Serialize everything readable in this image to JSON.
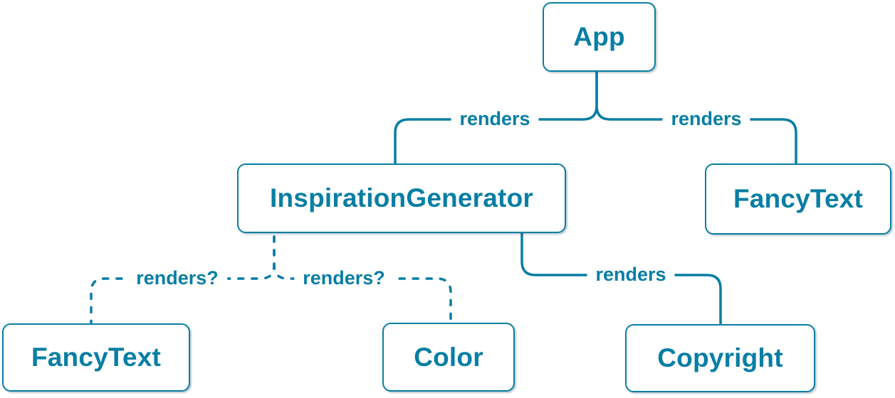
{
  "diagram": {
    "type": "component-render-tree",
    "colors": {
      "accent": "#087EA4",
      "node_background": "#FFFFFF"
    },
    "nodes": {
      "app": {
        "label": "App"
      },
      "inspiration_generator": {
        "label": "InspirationGenerator"
      },
      "fancy_text_top": {
        "label": "FancyText"
      },
      "fancy_text_bottom": {
        "label": "FancyText"
      },
      "color": {
        "label": "Color"
      },
      "copyright": {
        "label": "Copyright"
      }
    },
    "edges": {
      "app_to_inspiration_generator": {
        "label": "renders",
        "style": "solid"
      },
      "app_to_fancy_text": {
        "label": "renders",
        "style": "solid"
      },
      "inspiration_generator_to_fancy_text": {
        "label": "renders?",
        "style": "dashed"
      },
      "inspiration_generator_to_color": {
        "label": "renders?",
        "style": "dashed"
      },
      "inspiration_generator_to_copyright": {
        "label": "renders",
        "style": "solid"
      }
    }
  }
}
